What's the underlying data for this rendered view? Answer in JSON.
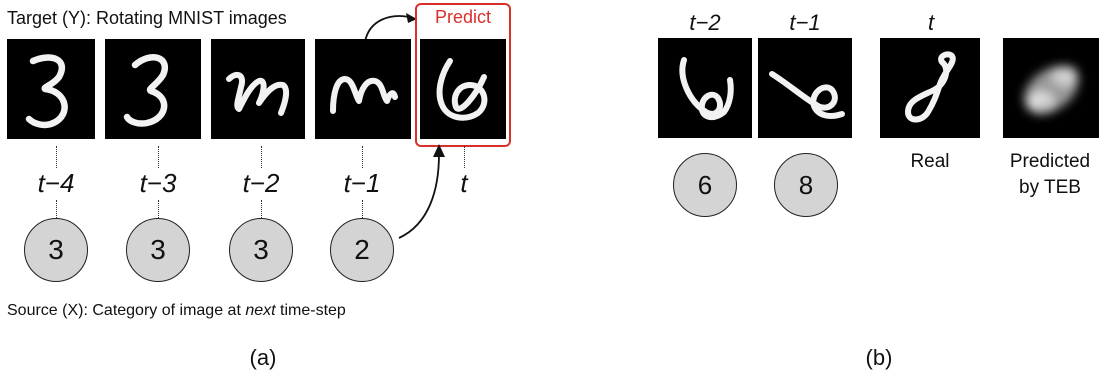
{
  "panel_a": {
    "target_label": "Target (Y): Rotating MNIST images",
    "predict_label": "Predict",
    "source_prefix": "Source (X): Category of image at ",
    "source_italic": "next",
    "source_suffix": " time-step",
    "caption": "(a)",
    "time_labels": [
      "t−4",
      "t−3",
      "t−2",
      "t−1",
      "t"
    ],
    "categories": [
      "3",
      "3",
      "3",
      "2"
    ],
    "highlight_color": "#d9302c"
  },
  "panel_b": {
    "time_labels": [
      "t−2",
      "t−1",
      "t"
    ],
    "categories": [
      "6",
      "8"
    ],
    "real_label": "Real",
    "predicted_line1": "Predicted",
    "predicted_line2": "by TEB",
    "caption": "(b)"
  }
}
